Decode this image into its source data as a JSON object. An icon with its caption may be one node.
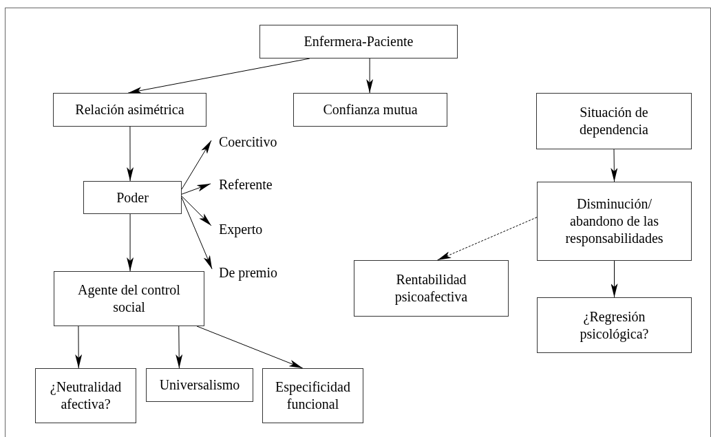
{
  "diagram": {
    "nodes": [
      {
        "text": [
          "Enfermera-Paciente"
        ]
      },
      {
        "text": [
          "Relación asimétrica"
        ]
      },
      {
        "text": [
          "Confianza mutua"
        ]
      },
      {
        "text": [
          "Situación de dependencia"
        ]
      },
      {
        "text": [
          "Coercitivo"
        ]
      },
      {
        "text": [
          "Poder"
        ]
      },
      {
        "text": [
          "Referente"
        ]
      },
      {
        "text": [
          "Experto"
        ]
      },
      {
        "text": [
          "Disminución/ abandono de las responsabilidades"
        ]
      },
      {
        "text": [
          "De premio"
        ]
      },
      {
        "text": [
          "Agente del control social"
        ]
      },
      {
        "text": [
          "Rentabilidad psicoafectiva"
        ]
      },
      {
        "text": [
          "¿Regresión psicológica?"
        ]
      },
      {
        "text": [
          "¿Neutralidad afectiva?"
        ]
      },
      {
        "text": [
          "Universalismo"
        ]
      },
      {
        "text": [
          "Especificidad funcional"
        ]
      }
    ],
    "edges": [
      {
        "from": 0,
        "to": 1,
        "arrow": "to"
      },
      {
        "from": 0,
        "to": 2,
        "arrow": "to"
      },
      {
        "from": 1,
        "to": 5,
        "arrow": "to"
      },
      {
        "from": 5,
        "to": 4,
        "arrow": "to"
      },
      {
        "from": 5,
        "to": 6,
        "arrow": "to"
      },
      {
        "from": 5,
        "to": 7,
        "arrow": "to"
      },
      {
        "from": 5,
        "to": 9,
        "arrow": "to"
      },
      {
        "from": 5,
        "to": 10,
        "arrow": "to"
      },
      {
        "from": 10,
        "to": 13,
        "arrow": "to"
      },
      {
        "from": 10,
        "to": 14,
        "arrow": "to"
      },
      {
        "from": 10,
        "to": 15,
        "arrow": "to"
      },
      {
        "from": 3,
        "to": 8,
        "arrow": "to"
      },
      {
        "from": 8,
        "to": 11,
        "arrow": "to",
        "style": "dashed"
      },
      {
        "from": 8,
        "to": 12,
        "arrow": "to"
      }
    ]
  }
}
